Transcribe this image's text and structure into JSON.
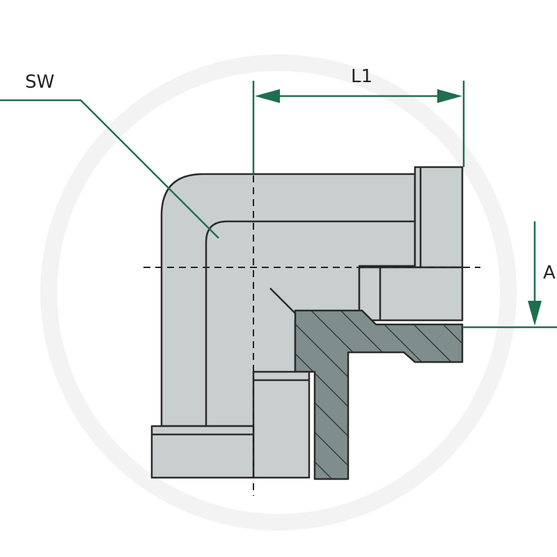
{
  "labels": {
    "sw": "SW",
    "l1": "L1",
    "a": "A"
  },
  "colors": {
    "dimension": "#1f6e4e",
    "steel_fill": "#c9cfcf",
    "section_fill": "#7f8e8c",
    "outline": "#2a2a2a",
    "watermark": "#f2f2f2"
  }
}
